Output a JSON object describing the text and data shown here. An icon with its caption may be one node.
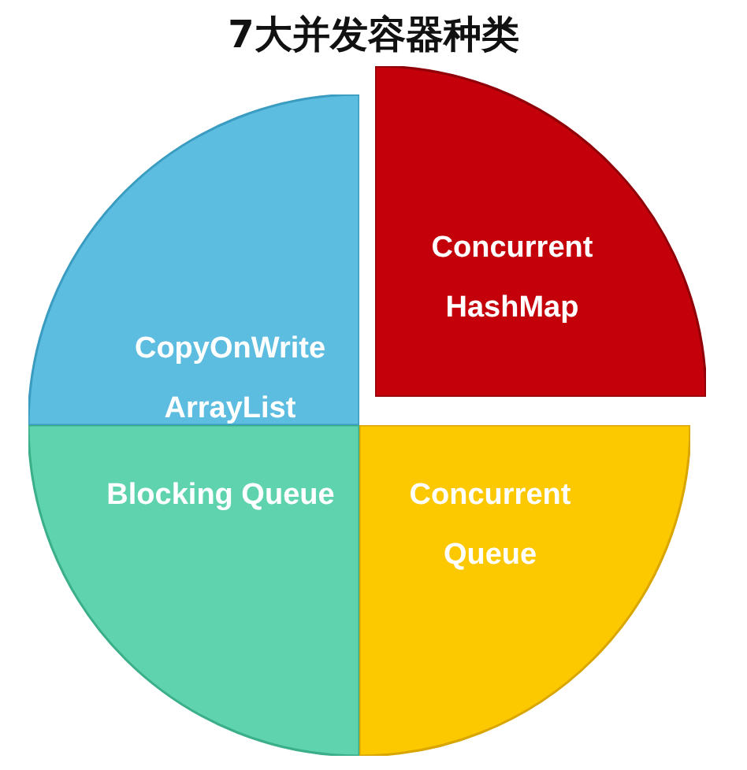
{
  "diagram": {
    "title": "7大并发容器种类",
    "nodes": [
      {
        "text": [
          "CopyOnWrite ArrayList"
        ]
      },
      {
        "text": [
          "Concurrent HashMap"
        ]
      },
      {
        "text": [
          "Blocking Queue"
        ]
      },
      {
        "text": [
          "Concurrent Queue"
        ]
      }
    ]
  }
}
